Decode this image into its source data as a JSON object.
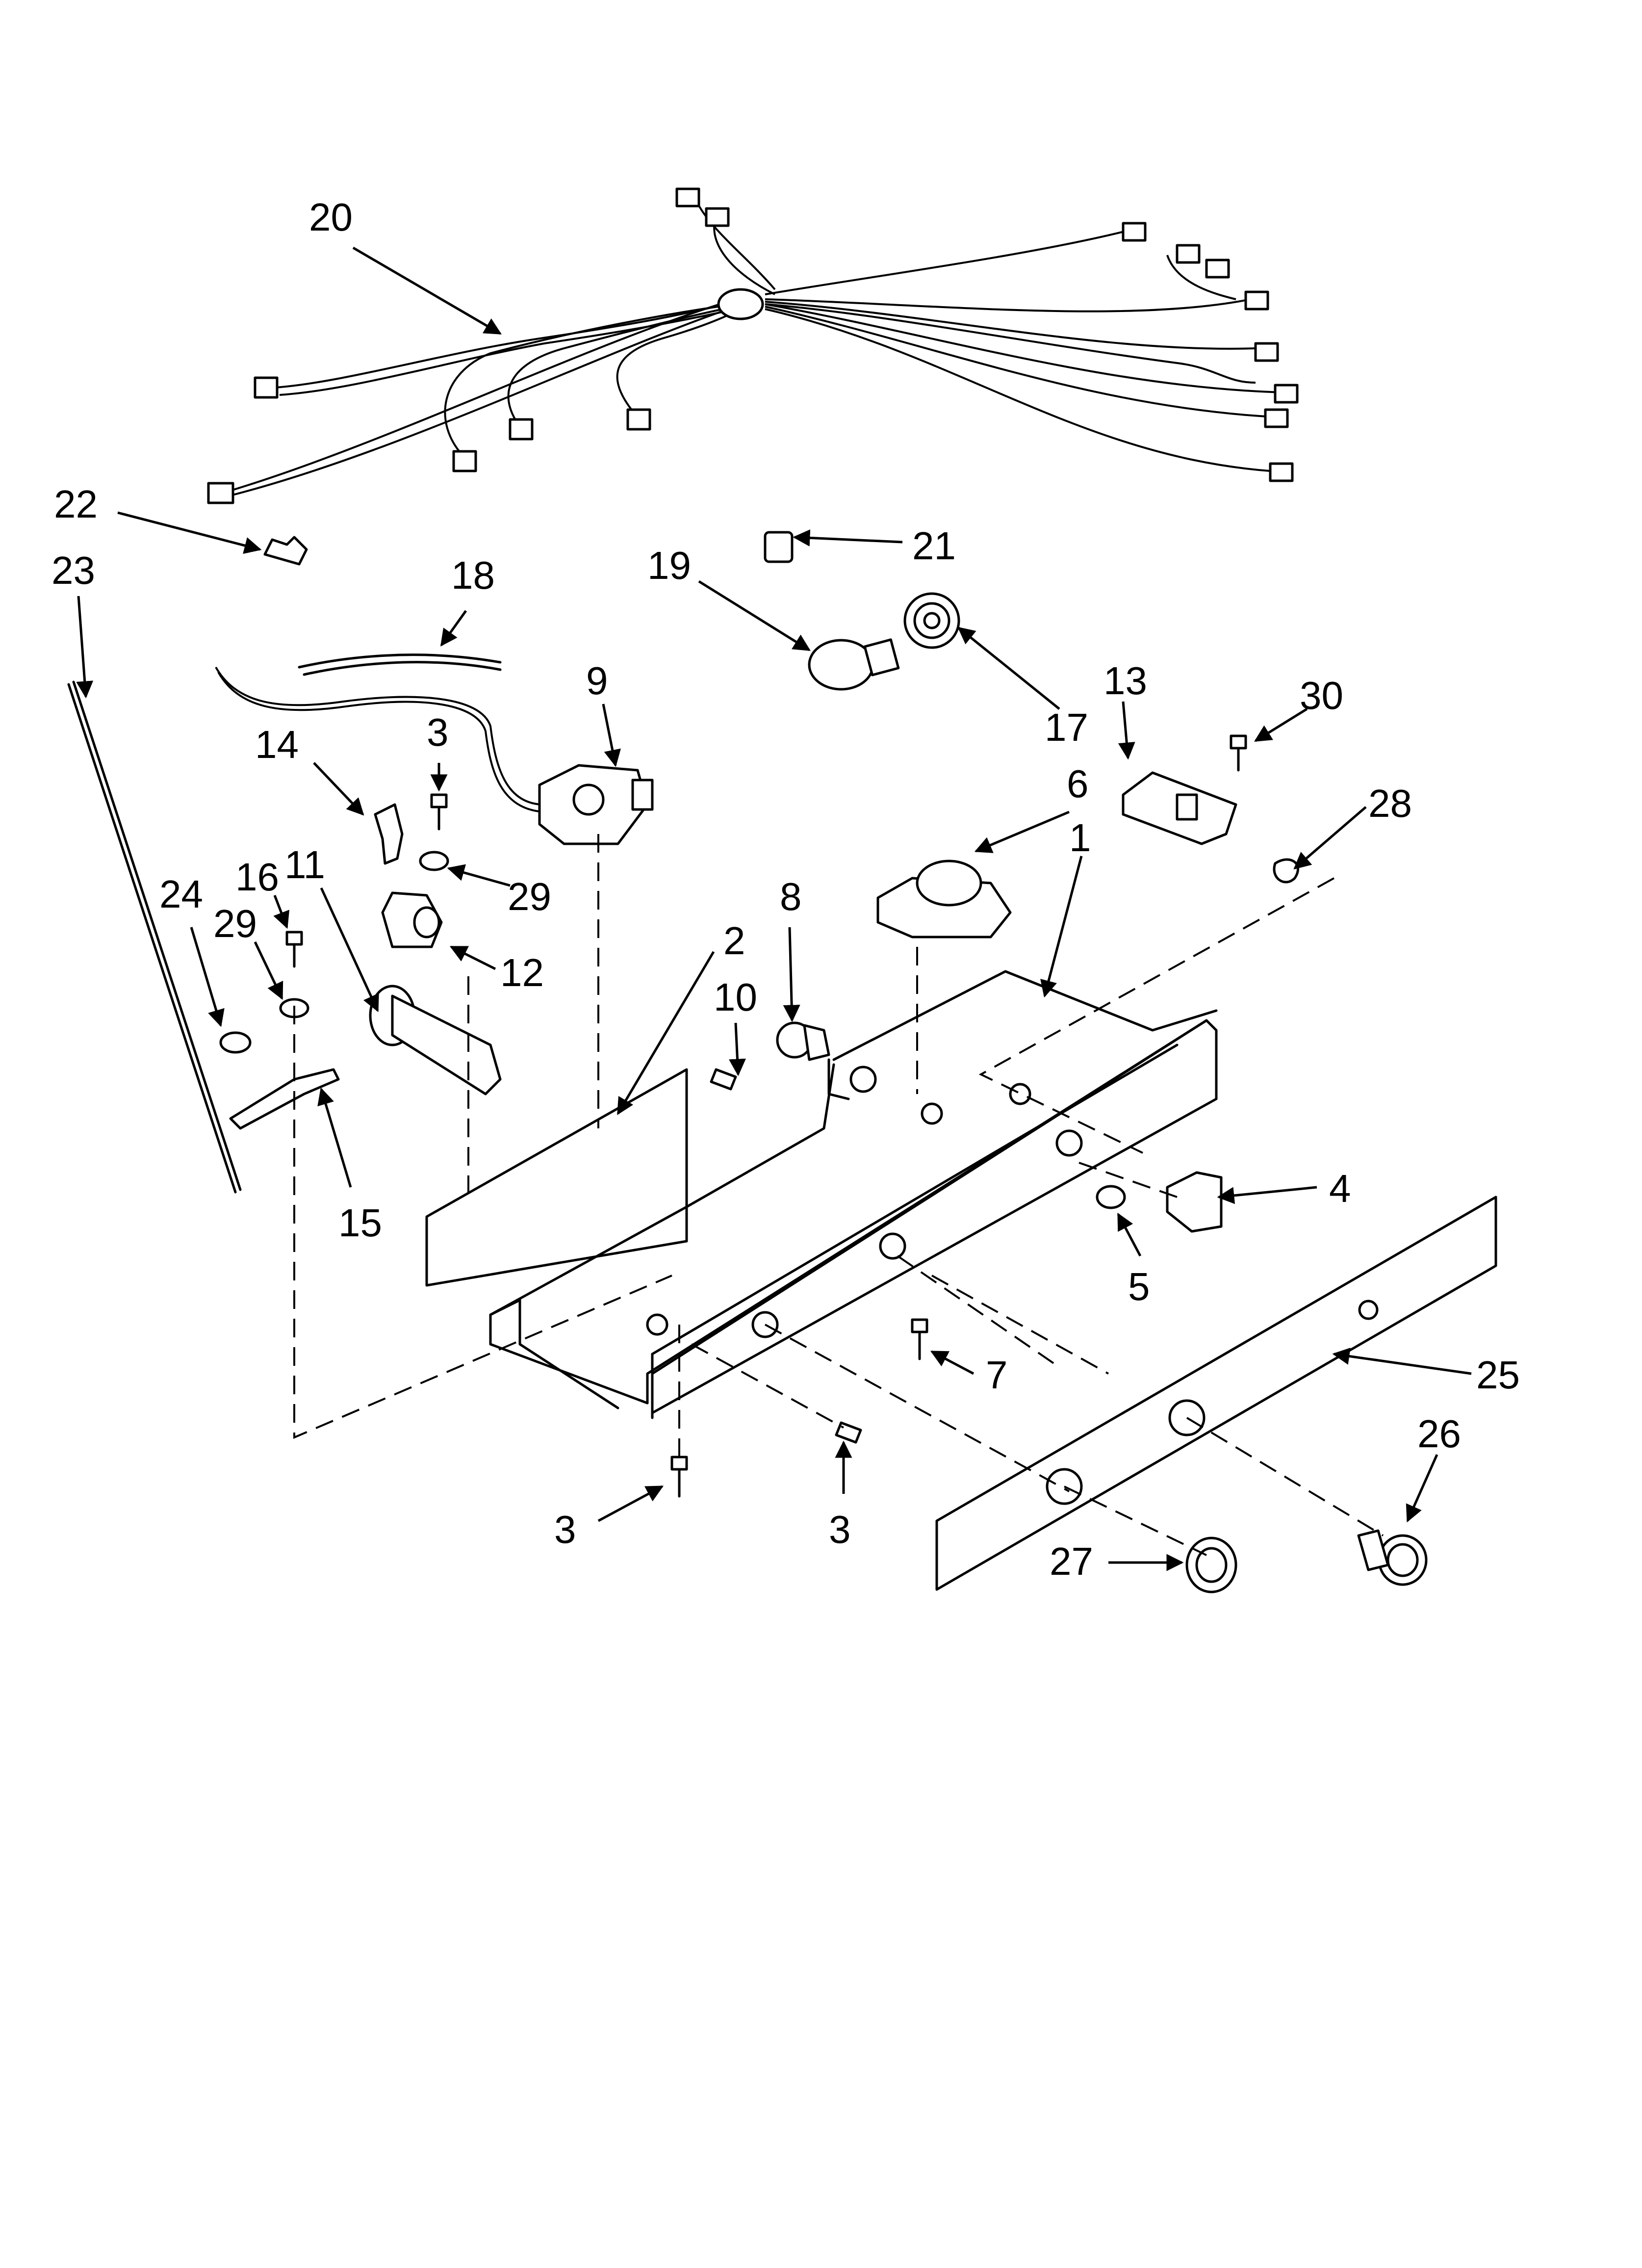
{
  "diagram": {
    "callouts": [
      {
        "id": "c1",
        "text": "1"
      },
      {
        "id": "c2",
        "text": "2"
      },
      {
        "id": "c3a",
        "text": "3"
      },
      {
        "id": "c3b",
        "text": "3"
      },
      {
        "id": "c3c",
        "text": "3"
      },
      {
        "id": "c4",
        "text": "4"
      },
      {
        "id": "c5",
        "text": "5"
      },
      {
        "id": "c6",
        "text": "6"
      },
      {
        "id": "c7",
        "text": "7"
      },
      {
        "id": "c8",
        "text": "8"
      },
      {
        "id": "c9",
        "text": "9"
      },
      {
        "id": "c10",
        "text": "10"
      },
      {
        "id": "c11",
        "text": "11"
      },
      {
        "id": "c12",
        "text": "12"
      },
      {
        "id": "c13",
        "text": "13"
      },
      {
        "id": "c14",
        "text": "14"
      },
      {
        "id": "c15",
        "text": "15"
      },
      {
        "id": "c16",
        "text": "16"
      },
      {
        "id": "c17",
        "text": "17"
      },
      {
        "id": "c18",
        "text": "18"
      },
      {
        "id": "c19",
        "text": "19"
      },
      {
        "id": "c20",
        "text": "20"
      },
      {
        "id": "c21",
        "text": "21"
      },
      {
        "id": "c22",
        "text": "22"
      },
      {
        "id": "c23",
        "text": "23"
      },
      {
        "id": "c24",
        "text": "24"
      },
      {
        "id": "c25",
        "text": "25"
      },
      {
        "id": "c26",
        "text": "26"
      },
      {
        "id": "c27",
        "text": "27"
      },
      {
        "id": "c28",
        "text": "28"
      },
      {
        "id": "c29a",
        "text": "29"
      },
      {
        "id": "c29b",
        "text": "29"
      },
      {
        "id": "c30",
        "text": "30"
      }
    ]
  }
}
